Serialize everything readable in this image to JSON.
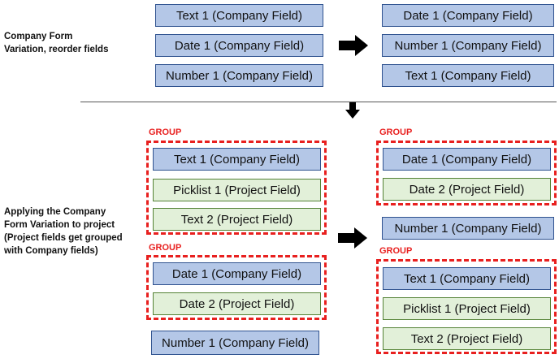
{
  "notes": {
    "top": "Company Form\nVariation, reorder fields",
    "bottom": "Applying the Company\nForm Variation to project\n(Project fields get grouped\nwith Company fields)"
  },
  "top_before": [
    "Text 1 (Company Field)",
    "Date 1 (Company Field)",
    "Number 1 (Company Field)"
  ],
  "top_after": [
    "Date 1 (Company Field)",
    "Number 1 (Company Field)",
    "Text 1 (Company Field)"
  ],
  "group_label": "GROUP",
  "bottom_before": {
    "group1": [
      "Text 1 (Company Field)",
      "Picklist 1 (Project Field)",
      "Text 2 (Project Field)"
    ],
    "group2": [
      "Date 1 (Company Field)",
      "Date 2 (Project Field)"
    ],
    "ungrouped": "Number 1 (Company Field)"
  },
  "bottom_after": {
    "group1": [
      "Date 1 (Company Field)",
      "Date 2 (Project Field)"
    ],
    "ungrouped": "Number 1 (Company Field)",
    "group2": [
      "Text 1 (Company Field)",
      "Picklist 1 (Project Field)",
      "Text 2 (Project Field)"
    ]
  },
  "colors": {
    "company_fill": "#b4c7e7",
    "company_border": "#2f528f",
    "project_fill": "#e2f0d9",
    "project_border": "#548235",
    "group_border": "#e8201f",
    "arrow": "#000000"
  }
}
